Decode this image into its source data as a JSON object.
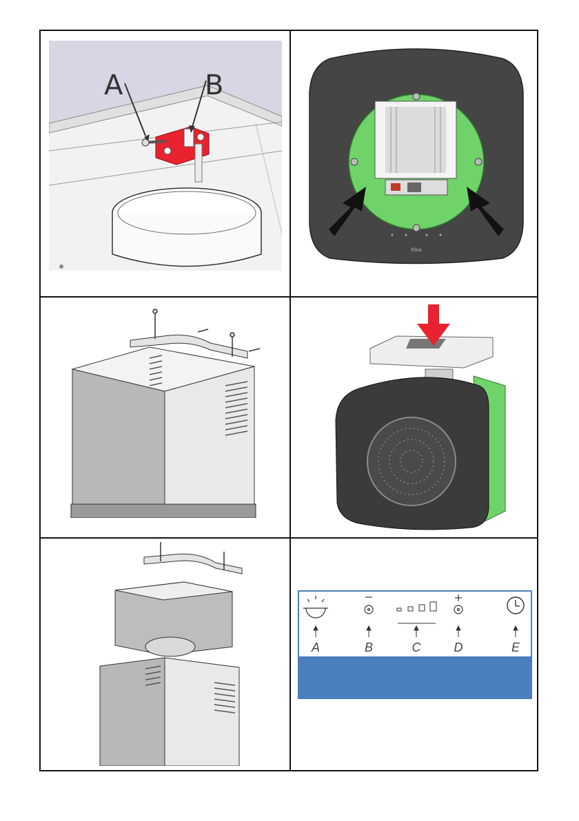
{
  "panel1": {
    "label_a": "A",
    "label_b": "B"
  },
  "panel2": {
    "brand": "Elica"
  },
  "panel6": {
    "key_labels": [
      "A",
      "B",
      "C",
      "D",
      "E"
    ],
    "key_icons": [
      "light-icon",
      "fan-minus-icon",
      "speed-level-icon",
      "fan-plus-icon",
      "clock-icon"
    ]
  },
  "colors": {
    "bracket_red": "#e8222e",
    "motor_green": "#6fd36a",
    "glass_dark": "#454545",
    "panel_blue": "#4a7ebc"
  }
}
